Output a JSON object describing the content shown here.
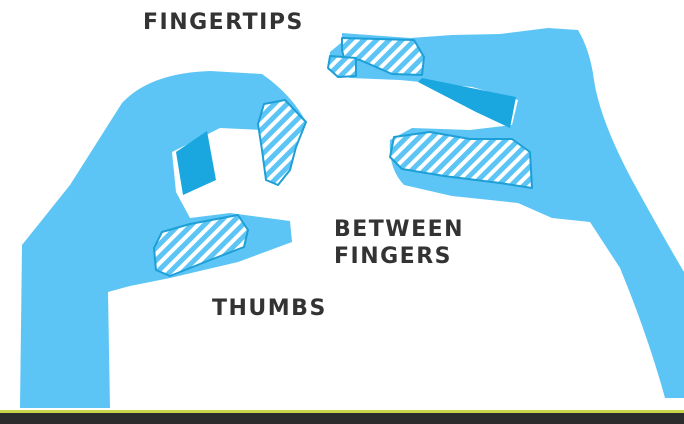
{
  "labels": {
    "fingertips": "FINGERTIPS",
    "between_fingers": [
      "BETWEEN",
      "FINGERS"
    ],
    "thumbs": "THUMBS"
  },
  "colors": {
    "hand": "#5cc5f5",
    "hand_shadow": "#1aa6df",
    "hatch_outline": "#1e9fd6",
    "text": "#333333",
    "ground": "#2c2c2c"
  }
}
